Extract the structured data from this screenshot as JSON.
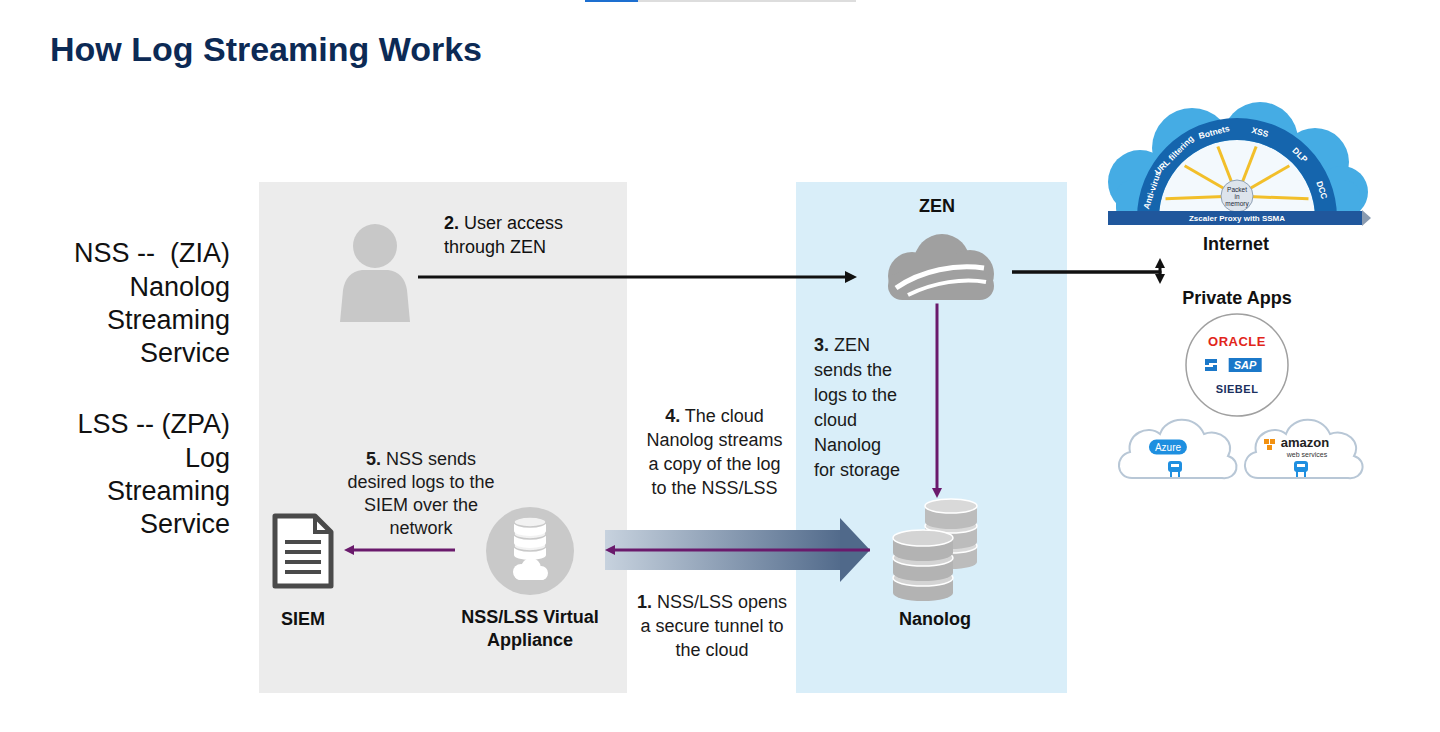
{
  "diagram": {
    "title": "How Log Streaming Works",
    "nodes": [
      {
        "text": [
          "Anti-virus",
          "URL filtering",
          "Botnets",
          "XSS",
          "DLP",
          "DCC",
          "Packet in memory",
          "Zscaler Proxy with SSMA",
          "Internet"
        ]
      },
      {
        "text": [
          "ZEN"
        ]
      },
      {
        "text": [
          "Private Apps"
        ]
      },
      {
        "text": [
          "ORACLE",
          "SAP",
          "SIEBEL"
        ],
        "in": 2
      },
      {
        "text": [
          "Azure"
        ],
        "in": 2
      },
      {
        "text": [
          "amazon",
          "web services"
        ],
        "in": 2
      },
      {
        "text": [
          "SIEM"
        ]
      },
      {
        "text": [
          "NSS/LSS Virtual Appliance"
        ]
      },
      {
        "text": [
          "Nanolog"
        ]
      }
    ],
    "edges": [
      {
        "from": 1,
        "to": 0,
        "arrow": "to"
      },
      {
        "from": 1,
        "to": 2,
        "arrow": "to"
      },
      {
        "from": 1,
        "to": 8,
        "label": "3. ZEN sends the logs to the cloud Nanolog for storage",
        "arrow": "to"
      },
      {
        "from": 7,
        "to": 8,
        "label": "1. NSS/LSS opens a secure tunnel to the cloud",
        "arrow": "to"
      },
      {
        "from": 8,
        "to": 7,
        "label": "4. The cloud Nanolog streams a copy of the log to the NSS/LSS",
        "arrow": "to"
      },
      {
        "from": 7,
        "to": 6,
        "label": "5. NSS sends desired logs to the SIEM over the network",
        "arrow": "to"
      }
    ],
    "labels": [
      "NSS --  (ZIA)",
      "Nanolog Streaming Service",
      "LSS -- (ZPA)",
      "Log Streaming Service",
      "2. User access through ZEN"
    ]
  }
}
